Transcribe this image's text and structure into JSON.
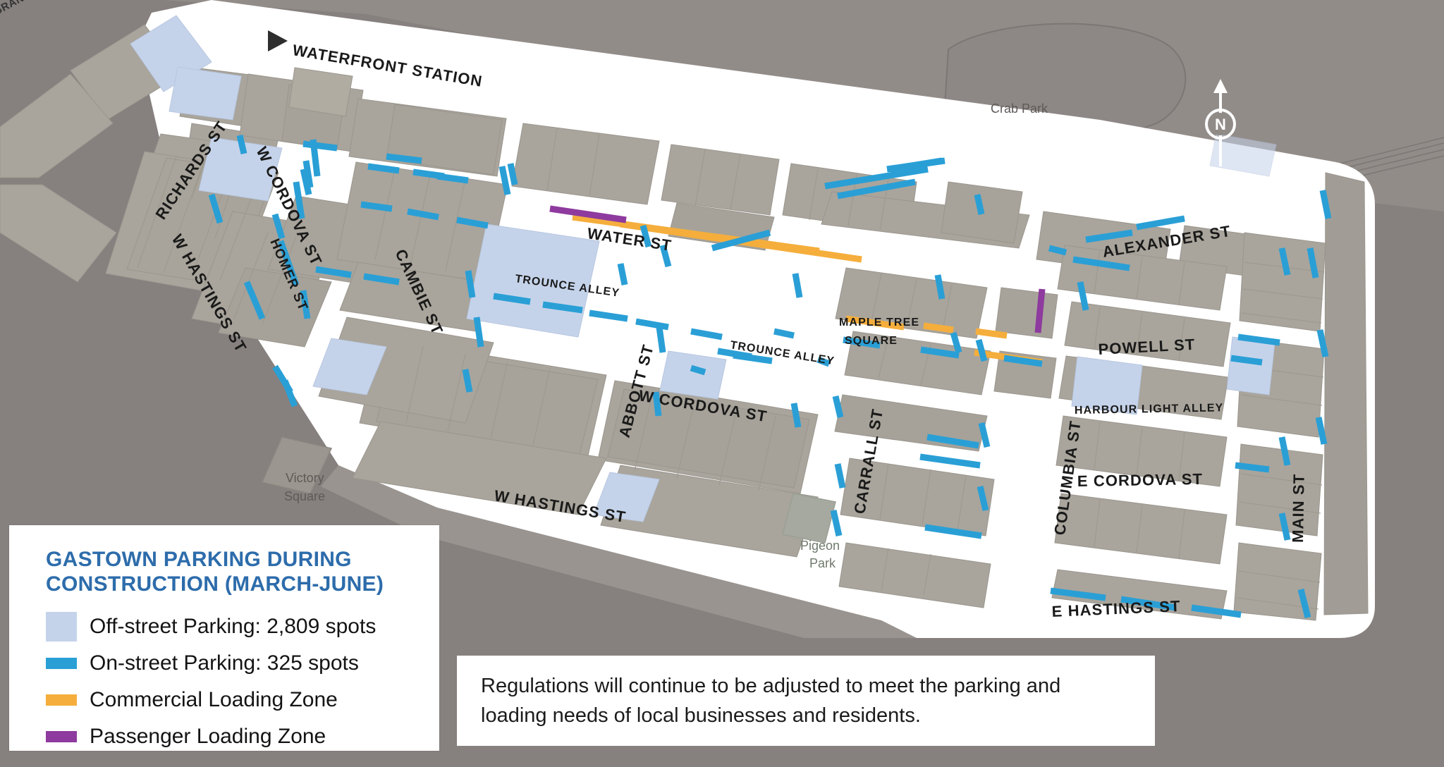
{
  "map": {
    "title": "Gastown parking during construction map",
    "colors": {
      "off_street_parking": "#c5d3ea",
      "on_street_parking": "#2a9fd6",
      "commercial_loading": "#f5ae3c",
      "passenger_loading": "#8e3a9e",
      "building": "#a8a49b",
      "street": "#ffffff",
      "background": "#86807e",
      "water_rail_area": "#918b88",
      "heading_blue": "#2d6cab"
    },
    "compass": {
      "label": "N",
      "direction": "up"
    },
    "street_labels": [
      {
        "name": "WATERFRONT STATION"
      },
      {
        "name": "RICHARDS ST"
      },
      {
        "name": "W CORDOVA ST"
      },
      {
        "name": "HOMER ST"
      },
      {
        "name": "W HASTINGS ST"
      },
      {
        "name": "CAMBIE ST"
      },
      {
        "name": "WATER ST"
      },
      {
        "name": "TROUNCE ALLEY"
      },
      {
        "name": "TROUNCE ALLEY"
      },
      {
        "name": "ABBOTT ST"
      },
      {
        "name": "W CORDOVA ST"
      },
      {
        "name": "MAPLE TREE SQUARE"
      },
      {
        "name": "CARRALL ST"
      },
      {
        "name": "ALEXANDER ST"
      },
      {
        "name": "POWELL ST"
      },
      {
        "name": "HARBOUR LIGHT ALLEY"
      },
      {
        "name": "COLUMBIA ST"
      },
      {
        "name": "E CORDOVA ST"
      },
      {
        "name": "E HASTINGS ST"
      },
      {
        "name": "MAIN ST"
      },
      {
        "name": "W HASTINGS ST"
      },
      {
        "name": "GRANVILLE"
      }
    ],
    "place_labels": [
      {
        "name": "Crab Park"
      },
      {
        "name": "Victory Square"
      },
      {
        "name": "Pigeon Park"
      }
    ]
  },
  "legend": {
    "title_line1": "GASTOWN PARKING DURING",
    "title_line2": "CONSTRUCTION (MARCH-JUNE)",
    "items": [
      {
        "label": "Off-street Parking: 2,809 spots",
        "color": "#c5d3ea",
        "shape": "box"
      },
      {
        "label": "On-street Parking: 325 spots",
        "color": "#2a9fd6",
        "shape": "bar"
      },
      {
        "label": "Commercial Loading Zone",
        "color": "#f5ae3c",
        "shape": "bar"
      },
      {
        "label": "Passenger Loading Zone",
        "color": "#8e3a9e",
        "shape": "bar"
      }
    ]
  },
  "note": {
    "text": "Regulations will continue to be adjusted to meet the parking and loading needs of local businesses and residents."
  },
  "labels_text": {
    "waterfront_station": "WATERFRONT STATION",
    "richards_st": "RICHARDS ST",
    "w_cordova_st_1": "W CORDOVA ST",
    "homer_st": "HOMER ST",
    "w_hastings_st_1": "W HASTINGS ST",
    "cambie_st": "CAMBIE ST",
    "water_st": "WATER ST",
    "trounce_alley_1": "TROUNCE ALLEY",
    "trounce_alley_2": "TROUNCE ALLEY",
    "abbott_st": "ABBOTT ST",
    "w_cordova_st_2": "W CORDOVA ST",
    "maple_tree_square_l1": "MAPLE TREE",
    "maple_tree_square_l2": "SQUARE",
    "carrall_st": "CARRALL ST",
    "alexander_st": "ALEXANDER ST",
    "powell_st": "POWELL ST",
    "harbour_light_alley": "HARBOUR LIGHT ALLEY",
    "columbia_st": "COLUMBIA ST",
    "e_cordova_st": "E CORDOVA ST",
    "e_hastings_st": "E HASTINGS ST",
    "main_st": "MAIN ST",
    "w_hastings_st_2": "W HASTINGS ST",
    "granville": "GRANVILLE",
    "crab_park": "Crab Park",
    "victory_square_l1": "Victory",
    "victory_square_l2": "Square",
    "pigeon_park_l1": "Pigeon",
    "pigeon_park_l2": "Park",
    "compass_n": "N"
  }
}
